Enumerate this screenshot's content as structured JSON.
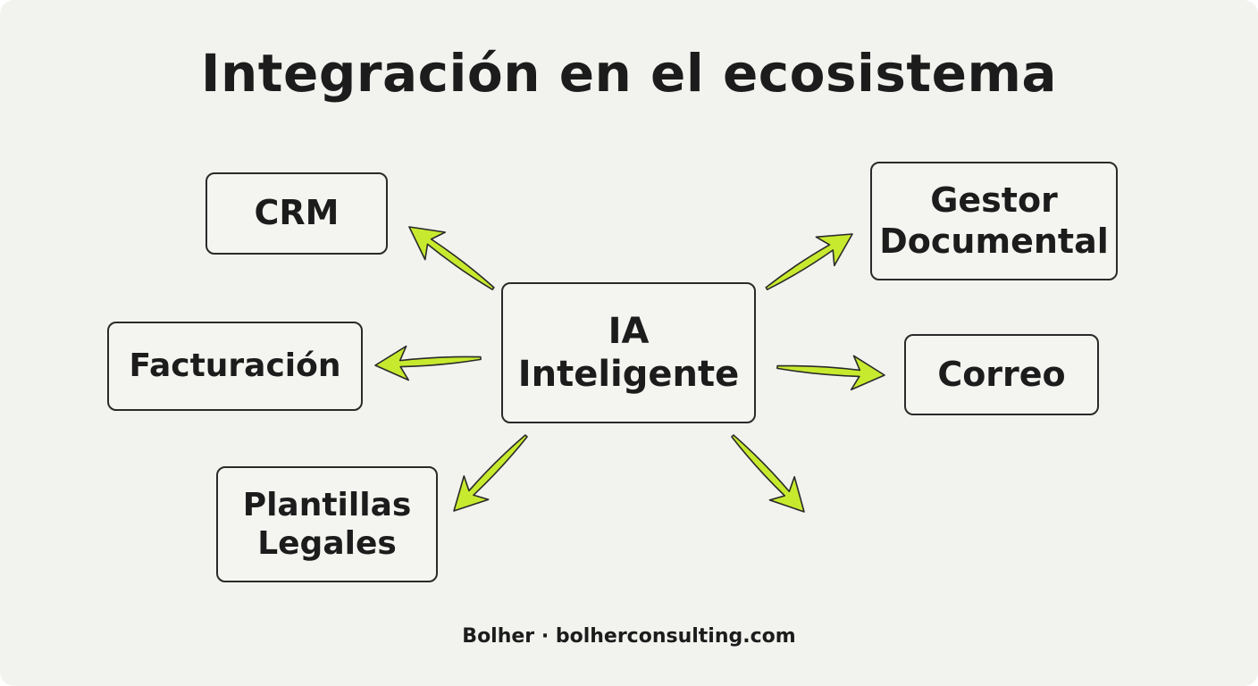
{
  "title": "Integración en el ecosistema",
  "center_node": {
    "line1": "IA",
    "line2": "Inteligente"
  },
  "nodes": {
    "crm": {
      "label": "CRM"
    },
    "facturacion": {
      "label": "Facturación"
    },
    "plantillas": {
      "line1": "Plantillas",
      "line2": "Legales"
    },
    "gestor": {
      "line1": "Gestor",
      "line2": "Documental"
    },
    "correo": {
      "label": "Correo"
    }
  },
  "footer": "Bolher · bolherconsulting.com",
  "colors": {
    "background": "#f2f2ef",
    "arrow_fill": "#c7ea2e",
    "outline": "#2a2a2a",
    "text": "#1c1c1c"
  }
}
